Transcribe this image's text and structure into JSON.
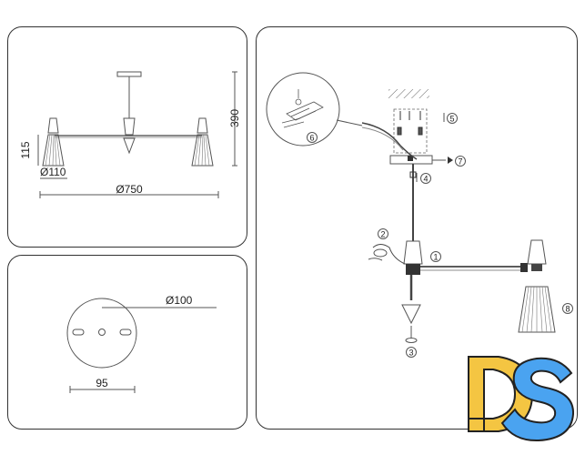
{
  "dimensions": {
    "height_total": "390",
    "shade_height": "115",
    "shade_diameter": "Ø110",
    "span": "Ø750",
    "canopy_diameter": "Ø100",
    "mount_spacing": "95"
  },
  "steps": [
    "1",
    "2",
    "3",
    "4",
    "5",
    "6",
    "7",
    "8"
  ],
  "logo": {
    "text": "DS",
    "color_d": "#f4c542",
    "color_s": "#4aa3f0"
  }
}
